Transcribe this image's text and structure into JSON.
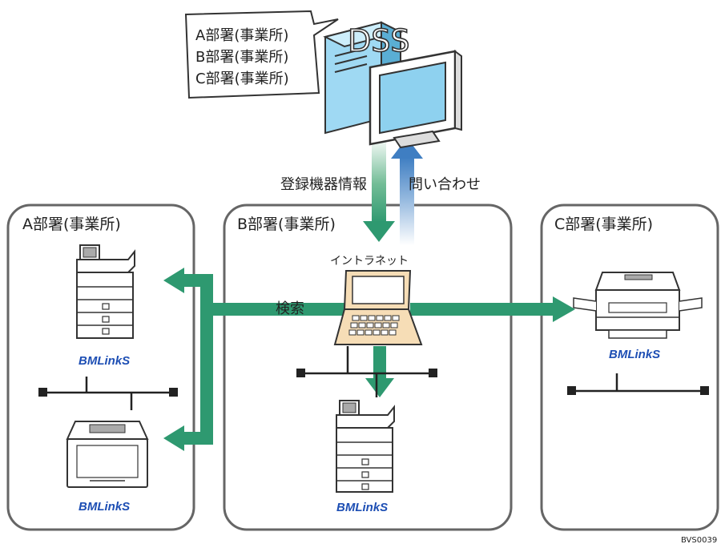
{
  "server": {
    "name": "DSS",
    "callout_lines": [
      "A部署(事業所)",
      "B部署(事業所)",
      "C部署(事業所)"
    ]
  },
  "arrows": {
    "registered_info": "登録機器情報",
    "inquiry": "問い合わせ",
    "search": "検索"
  },
  "departments": {
    "a": {
      "label": "A部署(事業所)"
    },
    "b": {
      "label": "B部署(事業所)",
      "network_label": "イントラネット"
    },
    "c": {
      "label": "C部署(事業所)"
    }
  },
  "brand": {
    "logo_text": "BMLinkS"
  },
  "figure_code": "BVS0039",
  "colors": {
    "arrow_green": "#2e9970",
    "arrow_blue": "#4a86c6",
    "monitor_blue": "#8ed1ef",
    "box_stroke": "#555555"
  }
}
